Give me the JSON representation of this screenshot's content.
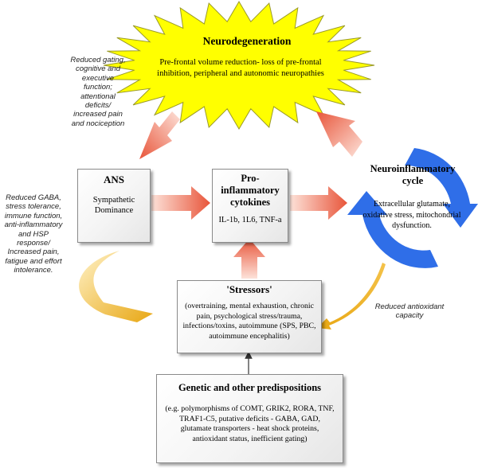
{
  "neurodegeneration": {
    "title": "Neurodegeneration",
    "body": "Pre-frontal volume reduction- loss of pre-frontal inhibition, peripheral and autonomic neuropathies",
    "fill_color": "#ffff00"
  },
  "ans": {
    "title": "ANS",
    "body": "Sympathetic Dominance"
  },
  "cytokines": {
    "title": "Pro-inflammatory cytokines",
    "body": "IL-1b, 1L6, TNF-a"
  },
  "cycle": {
    "title": "Neuroinflammatory cycle",
    "body": "Extracellular glutamate, oxidative stress, mitochondrial dysfunction.",
    "arrow_color": "#2f6ee8"
  },
  "stressors": {
    "title": "'Stressors'",
    "body": "(overtraining, mental exhaustion, chronic pain, psychological stress/trauma, infections/toxins, autoimmune (SPS, PBC, autoimmune encephalitis)"
  },
  "genetic": {
    "title": "Genetic and other predispositions",
    "body": "(e.g. polymorphisms of COMT, GRIK2, RORA, TNF, TRAF1-C5, putative deficits - GABA, GAD, glutamate transporters - heat shock proteins, antioxidant status, inefficient gating)"
  },
  "notes": {
    "top_left": "Reduced gating, cognitive and executive function; attentional deficits/ increased pain and nociception",
    "left": "Reduced GABA, stress tolerance, immune function, anti-inflammatory and HSP response/ Increased pain, fatigue and effort intolerance.",
    "right": "Reduced antioxidant capacity"
  },
  "colors": {
    "red_arrow": "#e8553a",
    "gold_arrow": "#e8a713"
  }
}
